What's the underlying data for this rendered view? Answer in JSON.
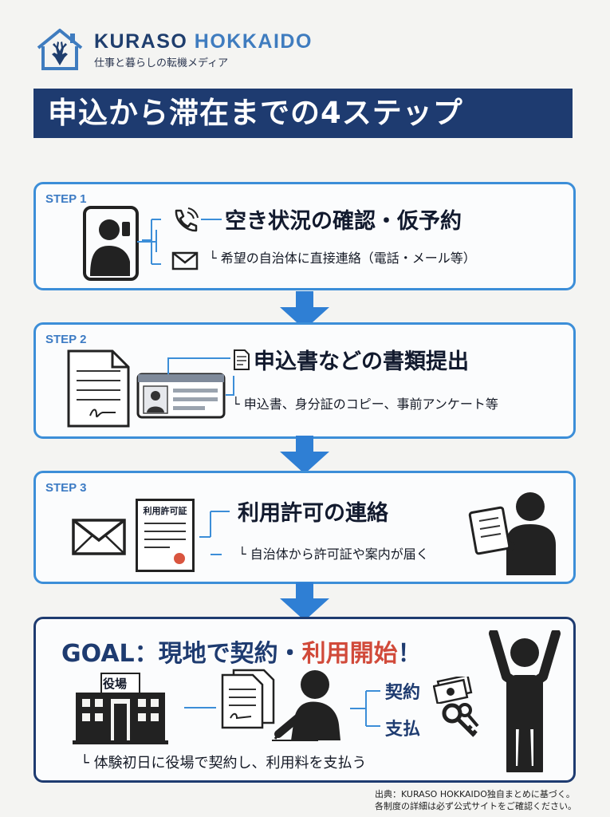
{
  "brand": {
    "name_part1": "KURASO",
    "name_part2": "HOKKAIDO",
    "tagline": "仕事と暮らしの転機メディア"
  },
  "title": "申込から滞在までの4ステップ",
  "steps": [
    {
      "label": "STEP 1",
      "title": "空き状況の確認・仮予約",
      "desc": "希望の自治体に直接連絡（電話・メール等）"
    },
    {
      "label": "STEP 2",
      "title": "申込書などの書類提出",
      "desc": "申込書、身分証のコピー、事前アンケート等"
    },
    {
      "label": "STEP 3",
      "title": "利用許可の連絡",
      "desc": "自治体から許可証や案内が届く",
      "certificate_label": "利用許可証"
    }
  ],
  "goal": {
    "prefix": "GOAL：現地で契約・",
    "highlight": "利用開始",
    "suffix": "！",
    "building_label": "役場",
    "contract": "契約",
    "payment": "支払",
    "desc": "体験初日に役場で契約し、利用料を支払う"
  },
  "footnote": {
    "line1": "出典：KURASO HOKKAIDO独自まとめに基づく。",
    "line2": "各制度の詳細は必ず公式サイトをご確認ください。"
  },
  "colors": {
    "navy": "#1e3b70",
    "blue": "#3c8ed8",
    "accent_red": "#d14a3a"
  },
  "icons": [
    "house-deer-logo-icon",
    "smartphone-person-icon",
    "phone-icon",
    "mail-icon",
    "document-icon",
    "id-card-icon",
    "envelope-icon",
    "certificate-icon",
    "person-clipboard-icon",
    "town-hall-icon",
    "papers-icon",
    "person-signing-icon",
    "money-icon",
    "keys-icon",
    "person-celebrating-icon",
    "down-arrow-icon"
  ]
}
